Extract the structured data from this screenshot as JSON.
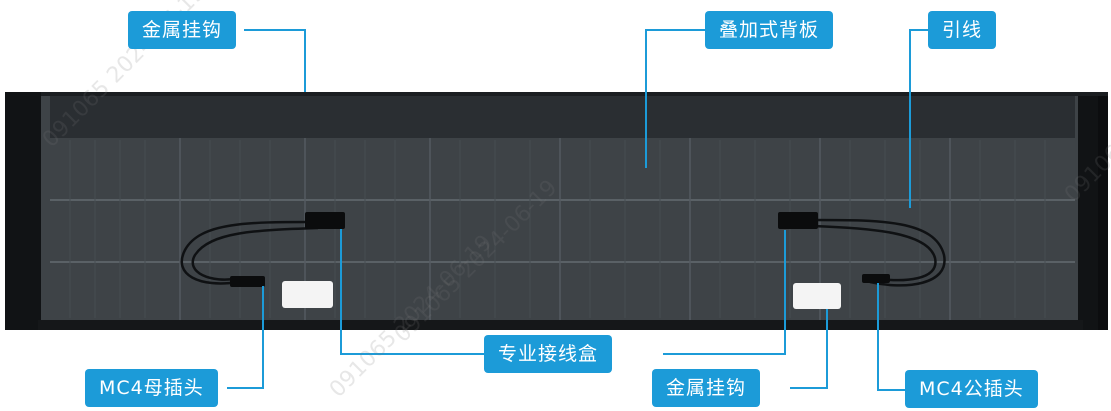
{
  "labels": {
    "metal_hook_top": "金属挂钩",
    "laminated_backsheet": "叠加式背板",
    "lead_wire": "引线",
    "junction_box": "专业接线盒",
    "mc4_female": "MC4母插头",
    "metal_hook_bottom": "金属挂钩",
    "mc4_male": "MC4公插头"
  },
  "watermarks": [
    "091065 2024-06-19",
    "091065 2024-06-19",
    "091065 2024-06-19",
    "09106"
  ],
  "colors": {
    "callout": "#1c9bd8",
    "leader": "#1c9bd8",
    "panel": "#3e4347",
    "frame": "#1b1e21",
    "grid": "#596065"
  }
}
